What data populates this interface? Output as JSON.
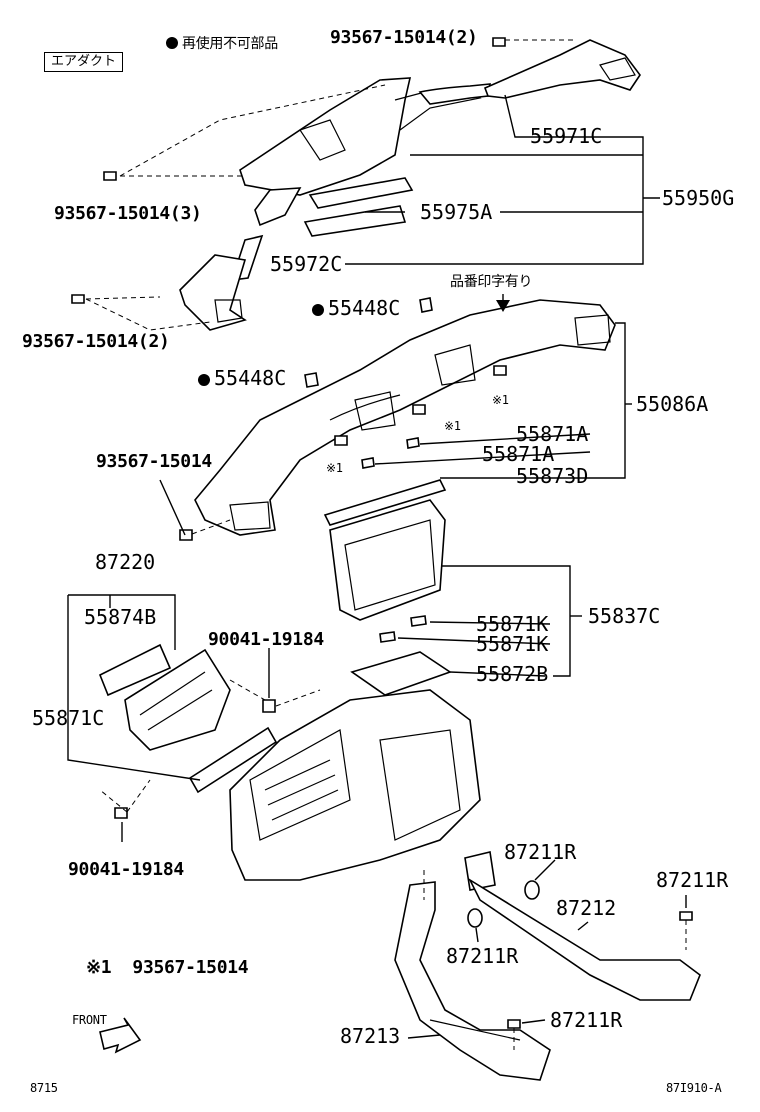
{
  "legend": {
    "category_label": "エアダクト",
    "non_reusable_note": "再使用不可部品",
    "stamp_note": "品番印字有り",
    "footnote_mark": "※1",
    "footnote_part": "93567-15014",
    "front_label": "FRONT"
  },
  "parts": {
    "p93567_15014_2_top": "93567-15014(2)",
    "p55971C": "55971C",
    "p55950G": "55950G",
    "p93567_15014_3": "93567-15014(3)",
    "p55975A": "55975A",
    "p55972C": "55972C",
    "p93567_15014_2_left": "93567-15014(2)",
    "p55448C_a": "55448C",
    "p55448C_b": "55448C",
    "p55086A": "55086A",
    "p93567_15014": "93567-15014",
    "p55871A_a": "55871A",
    "p55871A_b": "55871A",
    "p55873D": "55873D",
    "p87220": "87220",
    "p55874B": "55874B",
    "p90041_19184_a": "90041-19184",
    "p55871C": "55871C",
    "p55871K_a": "55871K",
    "p55871K_b": "55871K",
    "p55837C": "55837C",
    "p55872B": "55872B",
    "p90041_19184_b": "90041-19184",
    "p87211R_a": "87211R",
    "p87211R_b": "87211R",
    "p87212": "87212",
    "p87211R_c": "87211R",
    "p87213": "87213",
    "p87211R_d": "87211R",
    "note_x1_a": "※1",
    "note_x1_b": "※1",
    "note_x1_c": "※1"
  },
  "footer": {
    "page_code": "8715",
    "figure_id": "87I910-A"
  }
}
